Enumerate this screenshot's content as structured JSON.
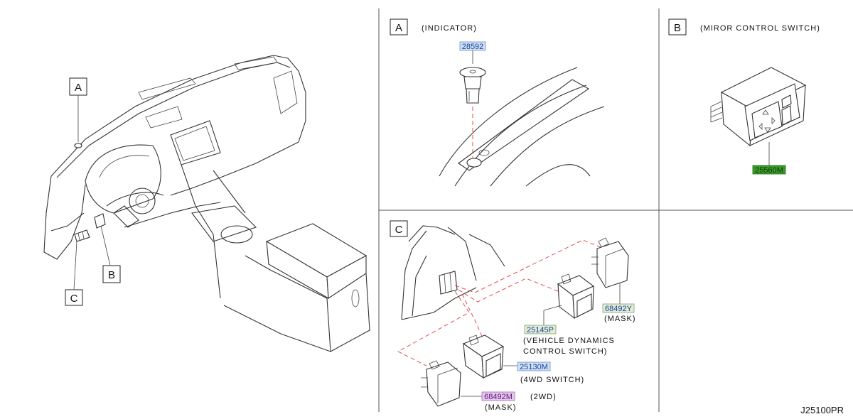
{
  "panels": {
    "a": {
      "letter": "A",
      "title": "(INDICATOR)"
    },
    "b": {
      "letter": "B",
      "title": "(MIROR   CONTROL   SWITCH)"
    },
    "c": {
      "letter": "C"
    }
  },
  "overview_callouts": {
    "a": "A",
    "b": "B",
    "c": "C"
  },
  "parts": {
    "p28592": {
      "number": "28592",
      "color": "#cfe0f5"
    },
    "p25560M": {
      "number": "25560M",
      "color": "#3c9a2c"
    },
    "p68492Y": {
      "number": "68492Y",
      "color": "#e2ecd6",
      "caption": "(MASK)"
    },
    "p25145P": {
      "number": "25145P",
      "color": "#e2ecd6",
      "caption_line1": "(VEHICLE   DYNAMICS",
      "caption_line2": "CONTROL   SWITCH)"
    },
    "p25130M": {
      "number": "25130M",
      "color": "#cfe0f5",
      "caption": "(4WD   SWITCH)"
    },
    "p68492M": {
      "number": "68492M",
      "color": "#e6c6ee",
      "caption": "(MASK)",
      "extra_caption": "(2WD)"
    }
  },
  "diagram_code": "J25100PR"
}
